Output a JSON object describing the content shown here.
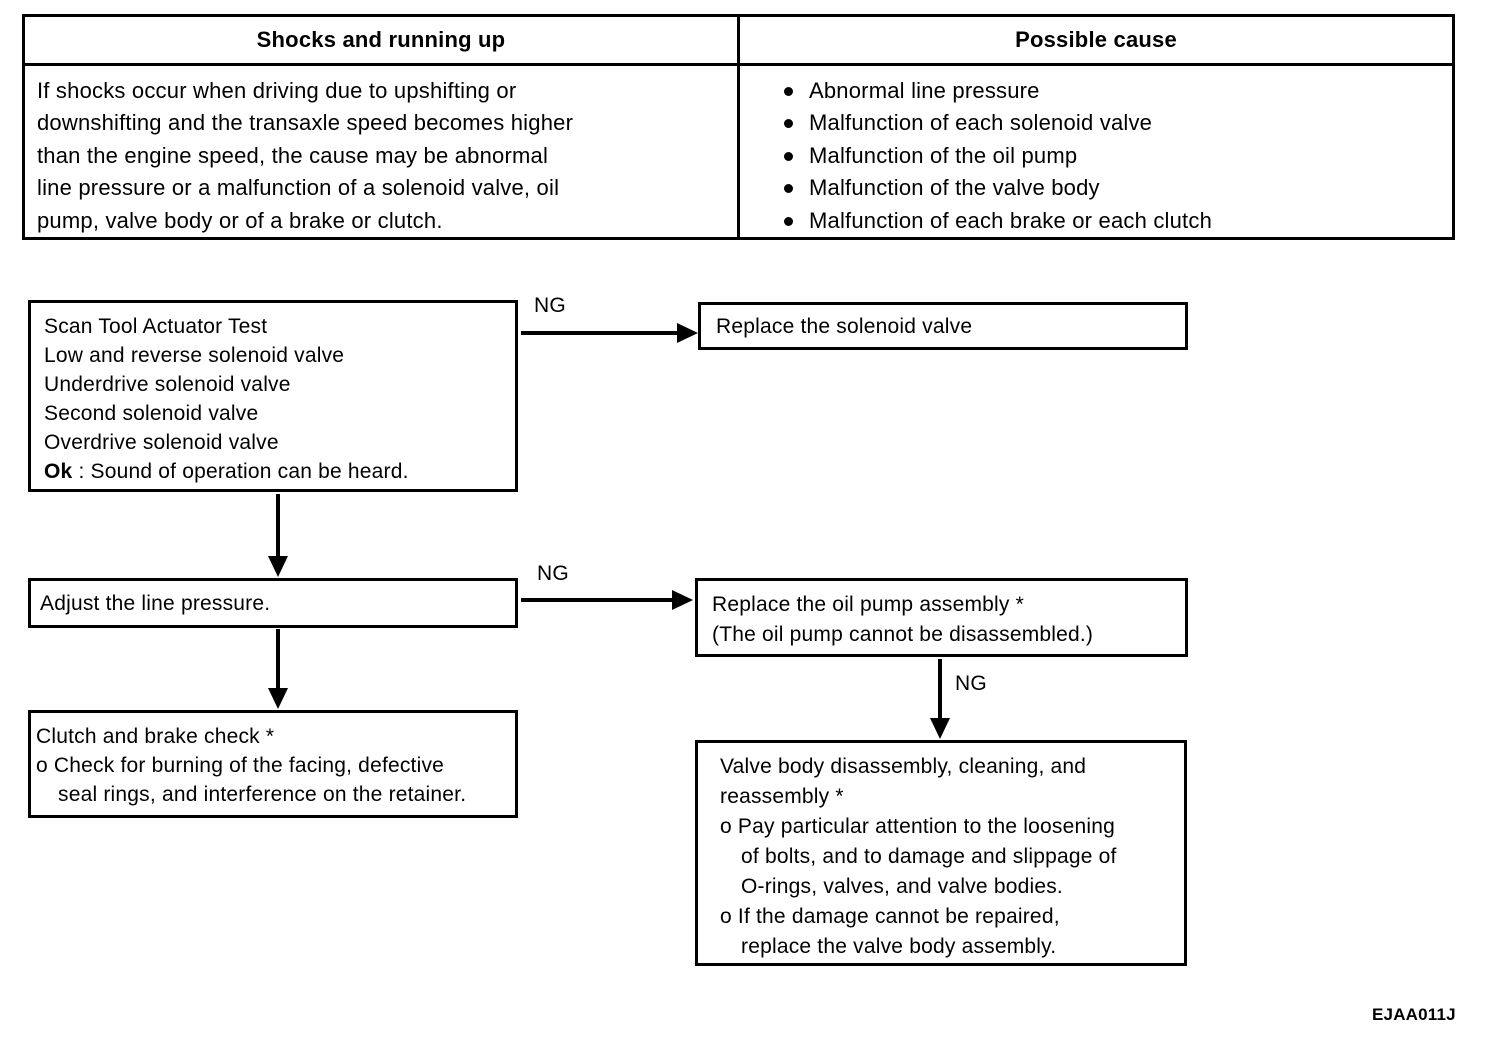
{
  "table": {
    "headers": {
      "symptom": "Shocks and running up",
      "cause": "Possible cause"
    },
    "symptom_lines": [
      "If shocks occur when driving due to upshifting or",
      "downshifting and the transaxle speed becomes higher",
      "than the engine speed, the cause may be abnormal",
      "line pressure or a malfunction of a solenoid valve, oil",
      "pump, valve body or of a brake or clutch."
    ],
    "causes": [
      "Abnormal line pressure",
      "Malfunction of each solenoid valve",
      "Malfunction of the oil pump",
      "Malfunction of the valve body",
      "Malfunction of each brake or each clutch"
    ]
  },
  "flowchart": {
    "ng_label": "NG",
    "scan_tool_box": {
      "lines": [
        "Scan Tool Actuator Test",
        "Low and reverse solenoid valve",
        "Underdrive solenoid valve",
        "Second solenoid valve",
        "Overdrive solenoid valve"
      ],
      "ok_label": "Ok",
      "ok_text": " : Sound of operation can be heard."
    },
    "replace_solenoid_box": {
      "text": "Replace the solenoid valve"
    },
    "adjust_pressure_box": {
      "text": "Adjust the line pressure."
    },
    "replace_oil_pump_box": {
      "lines": [
        "Replace the oil pump assembly *",
        "(The oil pump cannot be disassembled.)"
      ]
    },
    "clutch_brake_box": {
      "lines": [
        "Clutch and brake check *",
        "o Check for burning of the facing, defective",
        "seal rings, and interference on the retainer."
      ]
    },
    "valve_body_box": {
      "lines": [
        "Valve body disassembly, cleaning, and",
        "reassembly *",
        "o Pay particular attention to the loosening",
        "of bolts, and to damage and slippage of",
        "O-rings, valves, and valve bodies.",
        "o If the damage cannot be repaired,",
        "replace the valve body assembly."
      ]
    }
  },
  "figure_code": "EJAA011J"
}
